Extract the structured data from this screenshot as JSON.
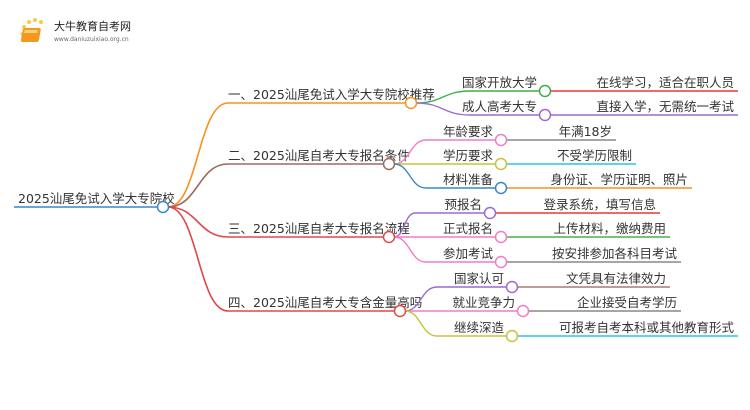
{
  "logo": {
    "name": "大牛教育自考网",
    "url_text": "www.daniuzuixiao.org.cn"
  },
  "root": {
    "label": "2025汕尾免试入学大专院校"
  },
  "colors": {
    "root": "#3a86c8",
    "b1": "#f7931e",
    "b2": "#9b6b5e",
    "b3": "#e04848",
    "b4": "#e04848"
  },
  "branches": [
    {
      "label": "一、2025汕尾免试入学大专院校推荐",
      "children": [
        {
          "label": "国家开放大学",
          "leaf": "在线学习，适合在职人员"
        },
        {
          "label": "成人高考大专",
          "leaf": "直接入学，无需统一考试"
        }
      ]
    },
    {
      "label": "二、2025汕尾自考大专报名条件",
      "children": [
        {
          "label": "年龄要求",
          "leaf": "年满18岁"
        },
        {
          "label": "学历要求",
          "leaf": "不受学历限制"
        },
        {
          "label": "材料准备",
          "leaf": "身份证、学历证明、照片"
        }
      ]
    },
    {
      "label": "三、2025汕尾自考大专报名流程",
      "children": [
        {
          "label": "预报名",
          "leaf": "登录系统，填写信息"
        },
        {
          "label": "正式报名",
          "leaf": "上传材料，缴纳费用"
        },
        {
          "label": "参加考试",
          "leaf": "按安排参加各科目考试"
        }
      ]
    },
    {
      "label": "四、2025汕尾自考大专含金量高吗",
      "children": [
        {
          "label": "国家认可",
          "leaf": "文凭具有法律效力"
        },
        {
          "label": "就业竞争力",
          "leaf": "企业接受自考学历"
        },
        {
          "label": "继续深造",
          "leaf": "可报考自考本科或其他教育形式"
        }
      ]
    }
  ]
}
